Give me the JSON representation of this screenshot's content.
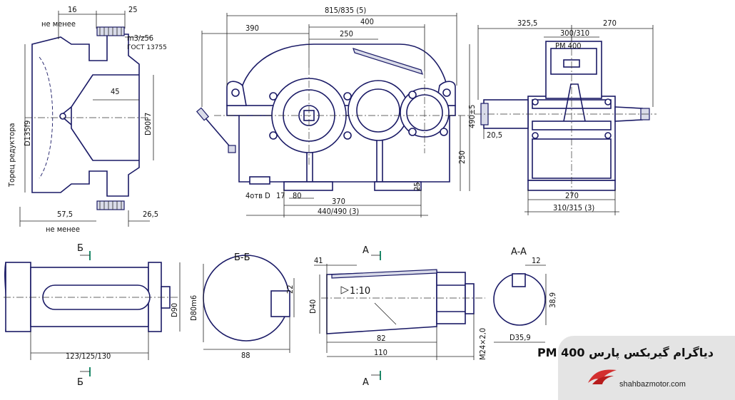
{
  "top_left": {
    "d16": "16",
    "d25": "25",
    "not_less_top": "не менее",
    "thread": "m3/z56",
    "gost": "ГОСТ 13755",
    "d45": "45",
    "d90f7": "D90F7",
    "d135f9": "D135f9",
    "reducer_face": "Торец редуктора",
    "d57_5": "57,5",
    "d26_5": "26,5",
    "not_less_bottom": "не менее"
  },
  "front": {
    "overall": "815/835 (5)",
    "d400": "400",
    "d390": "390",
    "d250": "250",
    "h490": "490±5",
    "h250": "250",
    "d25": "25",
    "holes": "4отв D",
    "d17": "17",
    "d80": "80",
    "d370": "370",
    "base": "440/490 (3)"
  },
  "side": {
    "d325_5": "325,5",
    "d270_top": "270",
    "d300_310": "300/310",
    "d20_5": "20,5",
    "d270_bot": "270",
    "base": "310/315 (3)",
    "plate_title": "PM 400"
  },
  "shaft_left": {
    "section_mark": "Б",
    "d90": "D90",
    "len": "123/125/130"
  },
  "section_bb": {
    "title": "Б-Б",
    "d80m6": "D80m6",
    "d22": "22",
    "d88": "88"
  },
  "shaft_right": {
    "section_mark": "A",
    "d41": "41",
    "d40": "D40",
    "taper": "1:10",
    "d82": "82",
    "d110": "110",
    "thread": "M24×2,0"
  },
  "section_aa": {
    "title": "A-A",
    "d12": "12",
    "d38_9": "38,9",
    "d35_9": "D35,9"
  },
  "caption": {
    "title": "دیاگرام گیربکس پارس PM 400",
    "website": "shahbazmotor.com",
    "accent": "#d32f2f"
  }
}
